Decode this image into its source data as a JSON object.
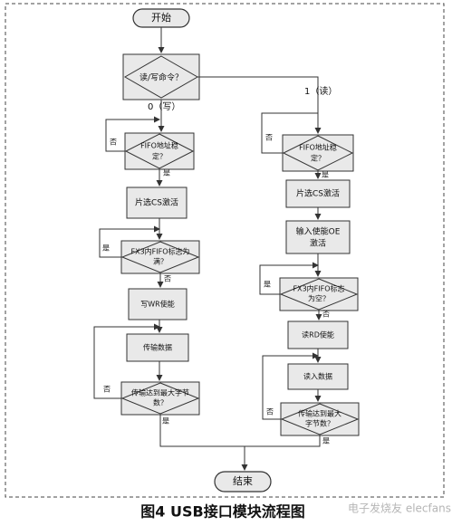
{
  "nodes": {
    "start": "开始",
    "rw_cmd": "读/写命令？",
    "w_fifo_addr": [
      "FIFO地址稳",
      "定？"
    ],
    "w_cs": "片选CS激活",
    "w_fx3_flag": [
      "FX3内FIFO标志为",
      "满？"
    ],
    "w_wr": "写WR使能",
    "w_transfer": "传输数据",
    "w_max": [
      "传输达到最大字节",
      "数？"
    ],
    "r_fifo_addr": [
      "FIFO地址稳",
      "定？"
    ],
    "r_cs": "片选CS激活",
    "r_oe": [
      "输入使能OE",
      "激活"
    ],
    "r_fx3_flag": [
      "FX3内FIFO标志",
      "为空？"
    ],
    "r_rd": "读RD使能",
    "r_read": "读入数据",
    "r_max": [
      "传输达到最大",
      "字节数？"
    ],
    "end": "结束"
  },
  "labels": {
    "write_branch": "0（写）",
    "read_branch": "1（读）",
    "yes": "是",
    "no": "否"
  },
  "caption": "图4 USB接口模块流程图",
  "watermark": "电子发烧友 elecfans.com"
}
